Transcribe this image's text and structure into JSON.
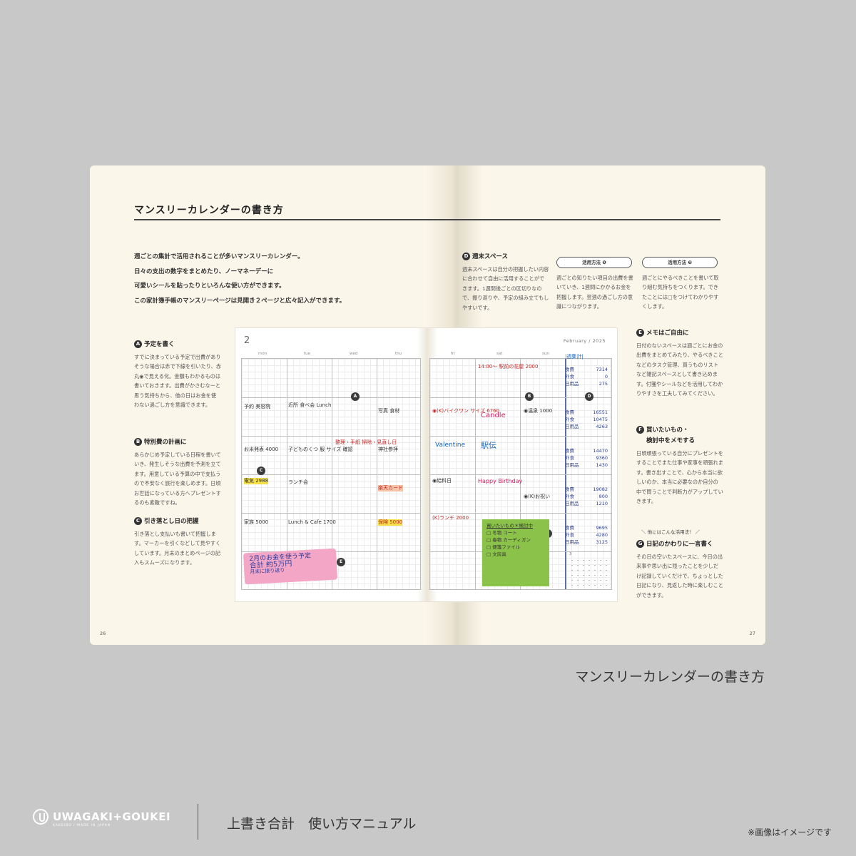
{
  "page": {
    "title": "マンスリーカレンダーの書き方",
    "intro": [
      "週ごとの集計で活用されることが多いマンスリーカレンダー。",
      "日々の支出の数字をまとめたり、ノーマネーデーに",
      "可愛いシールを貼ったりといろんな使い方ができます。",
      "この家計簿手帳のマンスリーページは見開き２ページと広々記入ができます。"
    ],
    "page_left": "26",
    "page_right": "27"
  },
  "sections": {
    "a": {
      "badge": "A",
      "title": "予定を書く",
      "body": "すでに決まっている予定で出費がありそうな場合は赤で下線を引いたり、赤丸◉で見える化。金額もわかるものは書いておきます。出費がかさむなーと思う気持ちから、他の日はお金を使わない過ごし方を意識できます。"
    },
    "b": {
      "badge": "B",
      "title": "特別費の計画に",
      "body": "あらかじめ予定している日程を書いていき、発生しそうな出費を予測を立てます。用意している予算の中で支払うので不安なく旅行を楽しめます。日頃お世話になっている方へプレゼントするのも素敵ですね。"
    },
    "c": {
      "badge": "C",
      "title": "引き落とし日の把握",
      "body": "引き落とし支払いも書いて把握します。マーカーを引くなどして見やすくしています。月末のまとめページの記入もスムーズになります。"
    },
    "d": {
      "badge": "D",
      "title": "週末スペース",
      "body": "週末スペースは自分の把握したい内容に合わせて自由に活用することができます。1週間後ごとの区切りなので、振り返りや、予定の組み立てもしやすいです。"
    },
    "use1": {
      "label": "活用方法 ❶",
      "body": "週ごとの知りたい項目の出費を書いていき、1週間にかかるお金を把握します。翌週の過ごし方の意識につながります。"
    },
    "use2": {
      "label": "活用方法 ❷",
      "body": "週ごとにやるべきことを書いて取り組む気持ちをつくります。できたことには□をつけてわかりやすくします。"
    },
    "e": {
      "badge": "E",
      "title": "メモはご自由に",
      "body": "日付のないスペースは週ごとにお金の出費をまとめてみたり、やるべきことなどのタスク管理、買うものリストなど雑記スペースとして書き込めます。付箋やシールなどを活用してわかりやすさを工夫してみてください。"
    },
    "f": {
      "badge": "F",
      "title_1": "買いたいもの・",
      "title_2": "検討中をメモする",
      "body": "日頃頑張っている自分にプレゼントをすることでまた仕事や家事を頑張れます。書き出すことで、心から本当に欲しいのか、本当に必要なのか自分の中で問うことで判断力がアップしていきます。"
    },
    "note": "＼ 他にはこんな活用法！ ／",
    "g": {
      "badge": "G",
      "title": "日記のかわりに一言書く",
      "body": "その日の空いたスペースに、今日の出来事や思い出に残ったことを少しだけ記録していくだけで、ちょっとした日記になり、見返した時に楽しむことができます。"
    }
  },
  "calendar": {
    "month": "2",
    "header": "February / 2025",
    "weekdays": [
      "mon",
      "tue",
      "wed",
      "thu",
      "fri",
      "sat",
      "sun"
    ],
    "markers": [
      "A",
      "B",
      "C",
      "D",
      "E",
      "F"
    ],
    "weeksum_title": "|週集計|",
    "notes": {
      "r1_sat": "14:00〜 駅前の花屋 2000",
      "r2_mon": "予約 美容院",
      "r2_tue": "近所 食べ会 Lunch",
      "r2_thu": "写真 食材",
      "r2_fri": "◉(K)バイクワン サイズ 6760",
      "r2_sat": "Candle",
      "r2_sun": "◉温泉 1000",
      "r3_mon": "お米発表 4000",
      "r3_tue": "子どものくつ 服 サイズ 確認",
      "r3_wed": "整理・手紙 掃除・見直し日",
      "r3_thu": "神社参拝",
      "r3_fri": "Valentine",
      "r3_sat": "駅伝",
      "r4_mon": "電気 2988",
      "r4_tue": "ランチ会",
      "r4_thu": "楽天カード",
      "r4_fri": "◉給料日",
      "r4_sat": "Happy Birthday",
      "r4_sun": "◉(K)お祝い",
      "r5_mon": "家族 5000",
      "r5_tue": "Lunch & Cafe 1700",
      "r5_thu": "保険 5000",
      "r5_fri": "(K)ランチ 2000",
      "pink": [
        "2月のお金を使う予定",
        "合計 約5万円",
        "月末に振り返り"
      ],
      "green_title": "買いたいもの＊検討中",
      "green": [
        "□ 冬物 コート",
        "□ 春物 カーディガン",
        "□ 便箋ファイル",
        "□ 文房具"
      ]
    },
    "weeks": [
      {
        "rows": [
          [
            "食費",
            "7314"
          ],
          [
            "外食",
            "0"
          ],
          [
            "日用品",
            "275"
          ]
        ]
      },
      {
        "rows": [
          [
            "食費",
            "16551"
          ],
          [
            "外食",
            "10475"
          ],
          [
            "日用品",
            "4263"
          ]
        ]
      },
      {
        "rows": [
          [
            "食費",
            "14470"
          ],
          [
            "外食",
            "9360"
          ],
          [
            "日用品",
            "1430"
          ]
        ]
      },
      {
        "rows": [
          [
            "食費",
            "19082"
          ],
          [
            "外食",
            "800"
          ],
          [
            "日用品",
            "1210"
          ]
        ]
      },
      {
        "rows": [
          [
            "食費",
            "9695"
          ],
          [
            "外食",
            "4280"
          ],
          [
            "日用品",
            "3125"
          ]
        ]
      }
    ],
    "mini_month": "3"
  },
  "caption": "マンスリーカレンダーの書き方",
  "footer": {
    "brand": "UWAGAKI+GOUKEI",
    "brand_sub": "KAKEIBO / MADE IN JAPAN",
    "title": "上書き合計　使い方マニュアル",
    "disclaimer": "※画像はイメージです"
  }
}
